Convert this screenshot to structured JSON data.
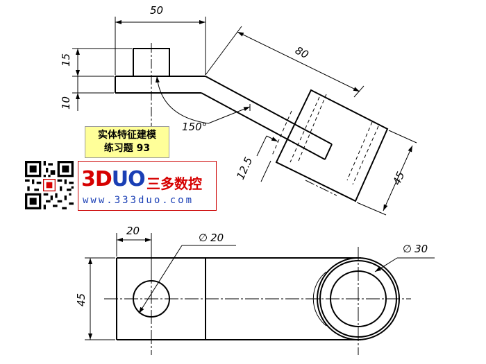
{
  "dimensions": {
    "top_width": "50",
    "upper_height": "15",
    "lower_height": "10",
    "arm_length": "80",
    "angle": "150°",
    "arm_thickness": "12.5",
    "boss_height": "45",
    "plan_width": "20",
    "plan_height": "45",
    "hole_diameter": "20",
    "boss_diameter": "30",
    "diameter_symbol": "∅"
  },
  "title_card": {
    "line1": "实体特征建模",
    "line2": "练习题 93"
  },
  "logo": {
    "brand_b": "3D",
    "brand_u": "UO",
    "brand_cn": "三多数控",
    "url": "www.333duo.com"
  },
  "colors": {
    "title_bg": "#ffff99",
    "brand_red": "#d60000",
    "brand_blue": "#1a3fb5"
  }
}
